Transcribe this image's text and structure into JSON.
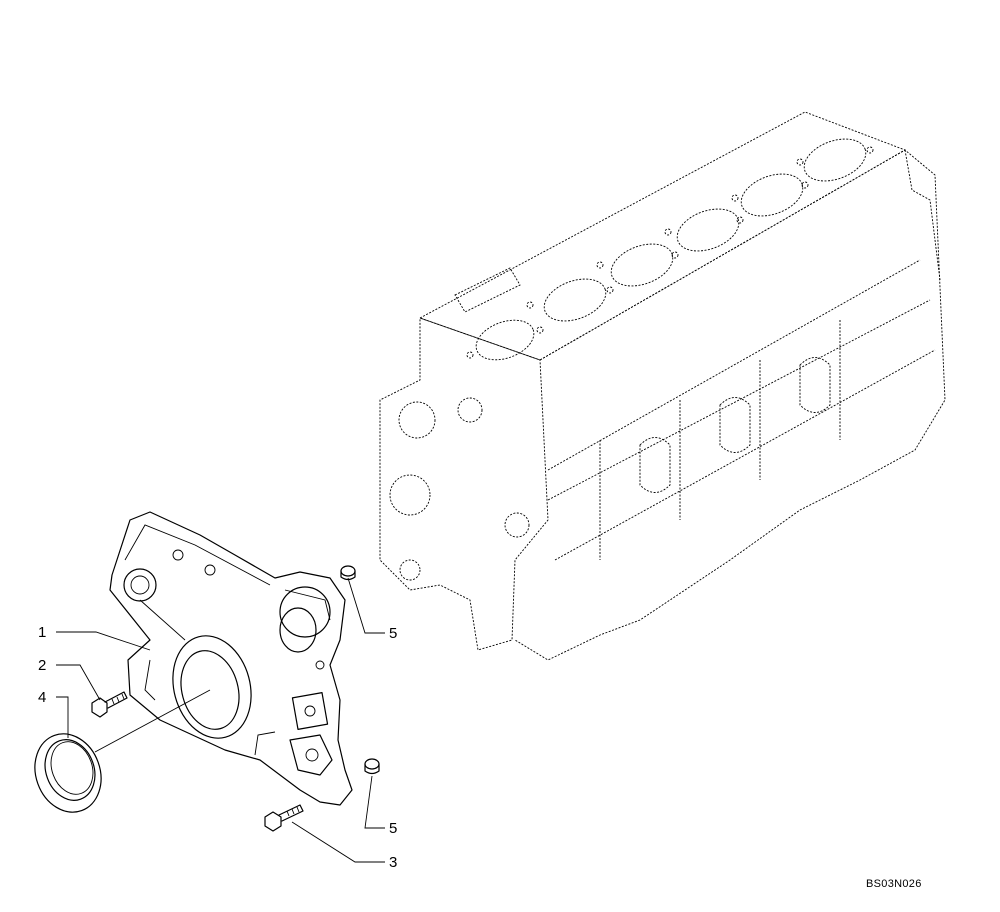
{
  "callouts": {
    "c1": "1",
    "c2": "2",
    "c3": "3",
    "c4": "4",
    "c5a": "5",
    "c5b": "5"
  },
  "drawing_ref": "BS03N026",
  "parts": [
    "engine-block-icon",
    "front-cover-icon",
    "oil-seal-icon",
    "bolt-icon",
    "dowel-pin-icon"
  ]
}
